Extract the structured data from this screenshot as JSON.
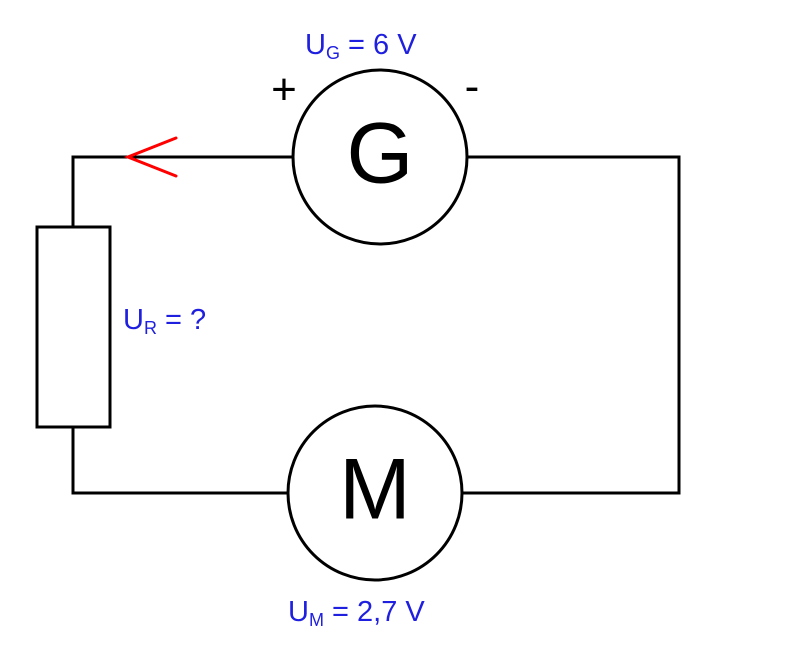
{
  "generator": {
    "letter": "G",
    "plus_sign": "+",
    "minus_sign": "-",
    "voltage_symbol": "U",
    "voltage_subscript": "G",
    "voltage_value": " = 6 V"
  },
  "motor": {
    "letter": "M",
    "voltage_symbol": "U",
    "voltage_subscript": "M",
    "voltage_value": " = 2,7 V"
  },
  "resistor": {
    "voltage_symbol": "U",
    "voltage_subscript": "R",
    "voltage_value": " = ?"
  },
  "colors": {
    "wire": "#000000",
    "label": "#1f1fe0",
    "current_arrow": "#ff0000"
  }
}
